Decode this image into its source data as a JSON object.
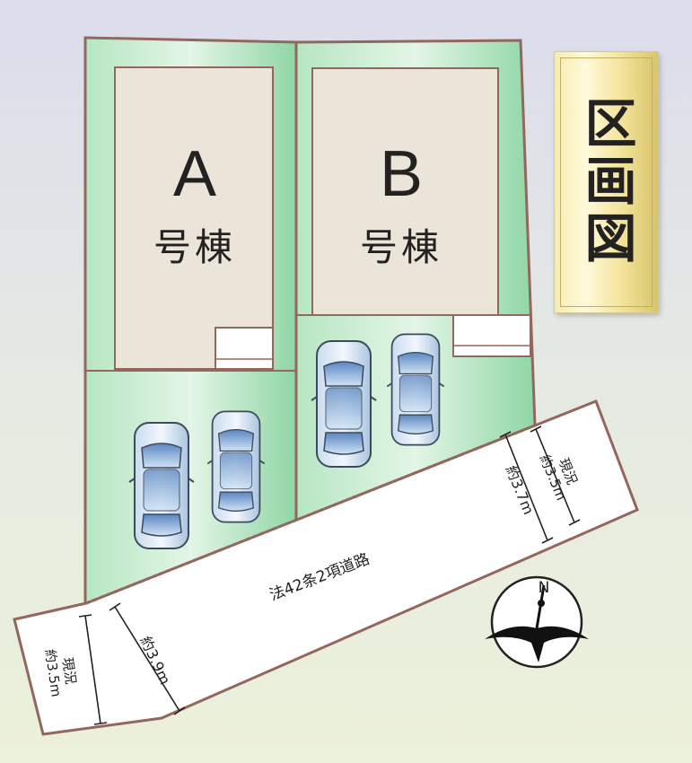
{
  "title": "区画図",
  "lots": [
    {
      "letter": "A",
      "suffix": "号棟"
    },
    {
      "letter": "B",
      "suffix": "号棟"
    }
  ],
  "road": {
    "name": "法42条2項道路",
    "left_current": "現況\n約3.5m",
    "left_width": "約3.9m",
    "right_current": "現況\n約3.5m",
    "right_width": "約3.7m"
  },
  "compass": {
    "north": "N"
  },
  "colors": {
    "lot_green": "#8fd6a5",
    "building": "#ebe4d8",
    "boundary": "#93665e",
    "road": "#ffffff"
  }
}
